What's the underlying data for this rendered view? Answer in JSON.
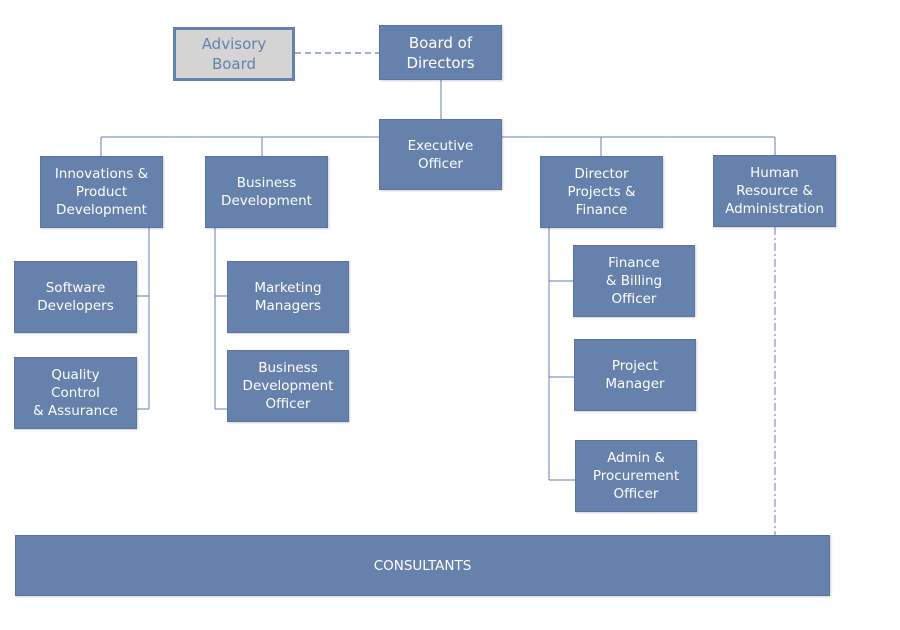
{
  "org_chart": {
    "advisory_board": "Advisory\nBoard",
    "board_of_directors": "Board of\nDirectors",
    "executive_officer": "Executive\nOfficer",
    "innovations": "Innovations &\nProduct\nDevelopment",
    "business_development": "Business\nDevelopment",
    "director_projects": "Director\nProjects &\nFinance",
    "human_resource": "Human\nResource &\nAdministration",
    "software_developers": "Software\nDevelopers",
    "quality_control": "Quality\nControl\n& Assurance",
    "marketing_managers": "Marketing\nManagers",
    "bd_officer": "Business\nDevelopment\nOfficer",
    "finance_billing": "Finance\n& Billing\nOfficer",
    "project_manager": "Project\nManager",
    "admin_procurement": "Admin &\nProcurement\nOfficer",
    "consultants": "CONSULTANTS"
  },
  "colors": {
    "box_fill": "#6581ac",
    "advisory_fill": "#d4d4d4",
    "line": "#6581ac",
    "text": "#ffffff"
  }
}
